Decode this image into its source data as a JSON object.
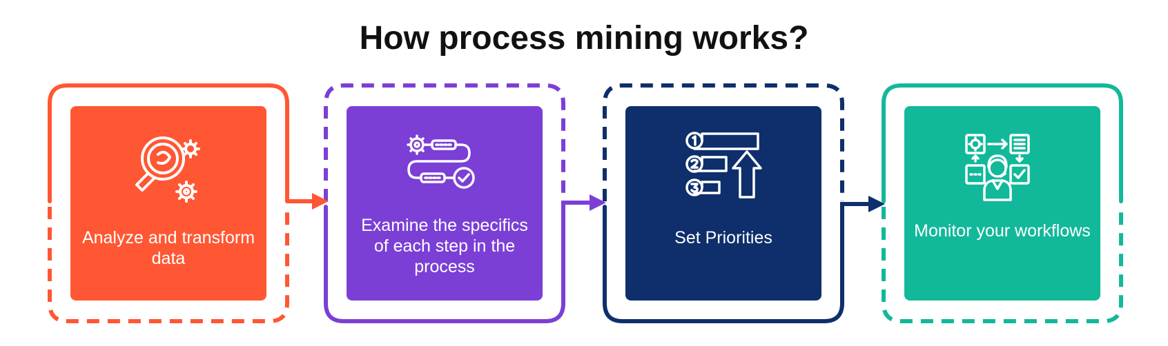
{
  "title": "How process mining works?",
  "steps": [
    {
      "label": "Analyze and transform data",
      "icon": "magnifier-gears-icon",
      "color": "#FF5733"
    },
    {
      "label": "Examine the specifics of each step in the process",
      "icon": "gear-workflow-icon",
      "color": "#7B3FD6"
    },
    {
      "label": "Set Priorities",
      "icon": "numbered-priority-list-icon",
      "color": "#0E2F6B"
    },
    {
      "label": "Monitor your workflows",
      "icon": "person-monitoring-workflow-icon",
      "color": "#12B89A"
    }
  ],
  "connector_colors": [
    "#FF5733",
    "#7B3FD6",
    "#0E2F6B"
  ]
}
